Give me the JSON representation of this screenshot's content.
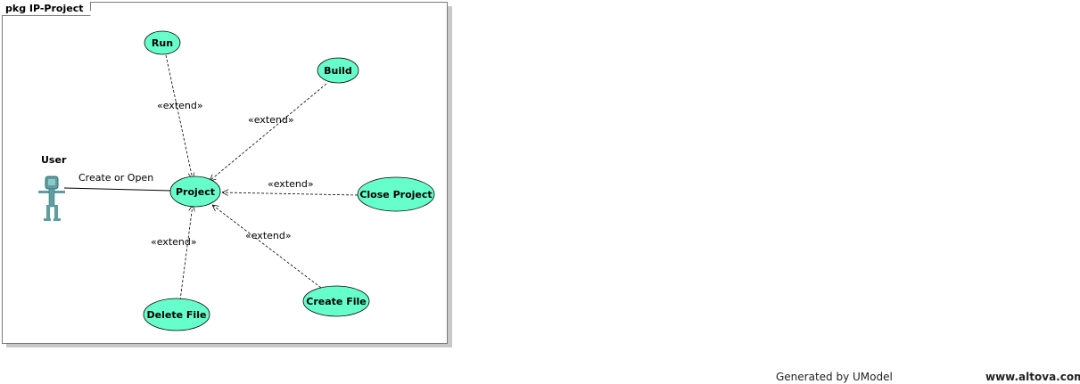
{
  "package": {
    "title": "pkg IP-Project"
  },
  "actor": {
    "name": "User"
  },
  "use_cases": {
    "project": "Project",
    "run": "Run",
    "build": "Build",
    "close_project": "Close Project",
    "create_file": "Create File",
    "delete_file": "Delete File"
  },
  "relations": {
    "association": "Create or Open",
    "extend_label": "«extend»"
  },
  "footer": {
    "generator": "Generated by UModel",
    "site": "www.altova.com"
  },
  "colors": {
    "use_case_fill": "#66ffcc",
    "actor_fill": "#5f9ea0",
    "frame": "#7a7a7a"
  }
}
